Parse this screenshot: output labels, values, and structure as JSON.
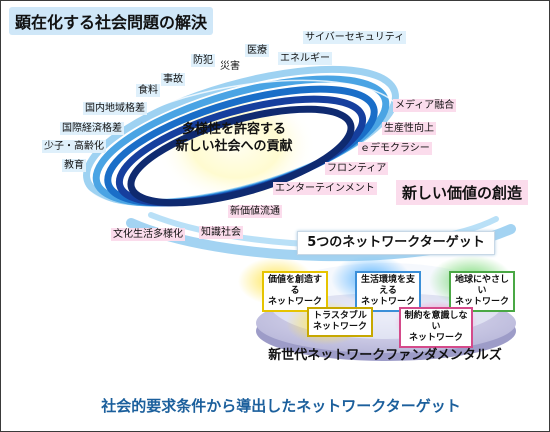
{
  "header": "顕在化する社会問題の解決",
  "center": {
    "line1": "多様性を許容する",
    "line2": "新しい社会への貢献"
  },
  "issues": [
    "教育",
    "少子・高齢化",
    "国際経済格差",
    "国内地域格差",
    "食料",
    "事故",
    "防犯",
    "災害",
    "医療",
    "エネルギー",
    "サイバーセキュリティ"
  ],
  "values": [
    "メディア融合",
    "生産性向上",
    "ｅデモクラシー",
    "フロンティア",
    "エンターテインメント",
    "新価値流通",
    "知識社会",
    "文化生活多様化"
  ],
  "new_value": "新しい価値の創造",
  "targets_title": "5つのネットワークターゲット",
  "targets": [
    {
      "line1": "価値を創造する",
      "line2": "ネットワーク",
      "color": "#e6c400"
    },
    {
      "line1": "生活環境を支える",
      "line2": "ネットワーク",
      "color": "#3b8fd8"
    },
    {
      "line1": "地球にやさしい",
      "line2": "ネットワーク",
      "color": "#4aa845"
    },
    {
      "line1": "トラスタブル",
      "line2": "ネットワーク",
      "color": "#c7a800"
    },
    {
      "line1": "制約を意識しない",
      "line2": "ネットワーク",
      "color": "#d44a8a"
    }
  ],
  "base": "新世代ネットワークファンダメンタルズ",
  "caption": "社会的要求条件から導出したネットワークターゲット"
}
